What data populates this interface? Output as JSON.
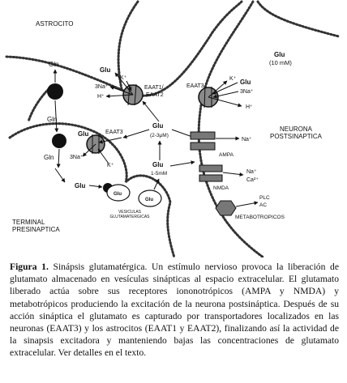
{
  "figure": {
    "regions": {
      "astrocyte": "ASTROCITO",
      "postsynaptic_line1": "NEURONA",
      "postsynaptic_line2": "POSTSINAPTICA",
      "presynaptic_line1": "TERMINAL",
      "presynaptic_line2": "PRESINAPTICA",
      "vesicles_line1": "VESICULAS",
      "vesicles_line2": "GLUTAMATERGICAS"
    },
    "labels": {
      "gln_top": "Gln",
      "gln_mid": "Gln",
      "gln_low": "Gln",
      "glu_astro": "Glu",
      "k_astro": "K⁺",
      "na_astro": "3Na⁺",
      "h_astro": "H⁺",
      "eaat12_line1": "EAAT1/",
      "eaat12_line2": "EAAT2",
      "glu_post_conc": "Glu",
      "glu_post_conc_val": "(10 mM)",
      "eaat3_post": "EAAT3",
      "k_post": "K⁺",
      "glu_post": "Glu",
      "na_post": "3Na⁺",
      "h_post": "H⁺",
      "eaat3_pre": "EAAT3",
      "glu_pre": "Glu",
      "na_pre": "3Na⁺",
      "k_pre": "K⁺",
      "glu_cleft": "Glu",
      "glu_cleft_conc": "(2-3μM)",
      "glu_release": "Glu",
      "glu_release_conc": "1-5mM",
      "glu_cytosol": "Glu",
      "glu_vesicle1": "Glu",
      "glu_vesicle2": "Glu",
      "na_ampa": "Na⁺",
      "ampa": "AMPA",
      "na_nmda": "Na⁺",
      "ca_nmda": "Ca²⁺",
      "nmda": "NMDA",
      "plc": "PLC",
      "ac": "AC",
      "metabotropic": "METABOTROPICOS"
    }
  },
  "caption": {
    "title": "Figura 1.",
    "text": "Sinápsis glutamatérgica. Un estímulo nervioso provoca la liberación de glutamato almacenado en vesículas sinápticas al espacio extracelular. El glutamato liberado actúa sobre sus receptores iononotrópicos (AMPA y NMDA) y metabotrópicos produciendo la excitación de la neurona postsináptica. Después de su acción sináptica el glutamato es capturado por transportadores localizados en las neuronas (EAAT3) y los astrocitos (EAAT1 y EAAT2), finalizando así la actividad de la sinapsis excitadora y manteniendo bajas las concentraciones de glutamato extracelular. Ver detalles en el texto."
  }
}
